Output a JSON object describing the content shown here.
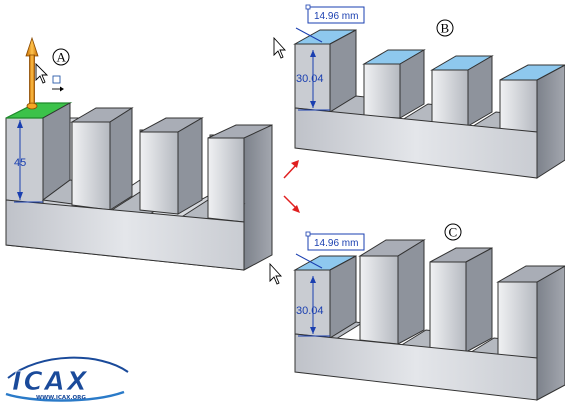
{
  "labels": {
    "a": "A",
    "b": "B",
    "c": "C"
  },
  "dimensions": {
    "height_a": "45",
    "height_b": "30.04",
    "height_c": "30.04",
    "box_b": "14.96 mm",
    "box_c": "14.96 mm"
  },
  "logo": {
    "name": "ICAX",
    "url": "WWW.ICAX.ORG"
  },
  "colors": {
    "face_top": "#a9adb6",
    "face_front": "#d4d6dc",
    "face_side": "#8e939c",
    "highlight_green": "#3cc24a",
    "selected_blue": "#8ec8ee",
    "dimension_blue": "#1a3fb0",
    "handle_orange": "#f5a623",
    "arrow_red": "#e02020"
  },
  "icons": [
    "move-handle-icon",
    "mouse-cursor-icon",
    "transition-arrow-icon"
  ]
}
